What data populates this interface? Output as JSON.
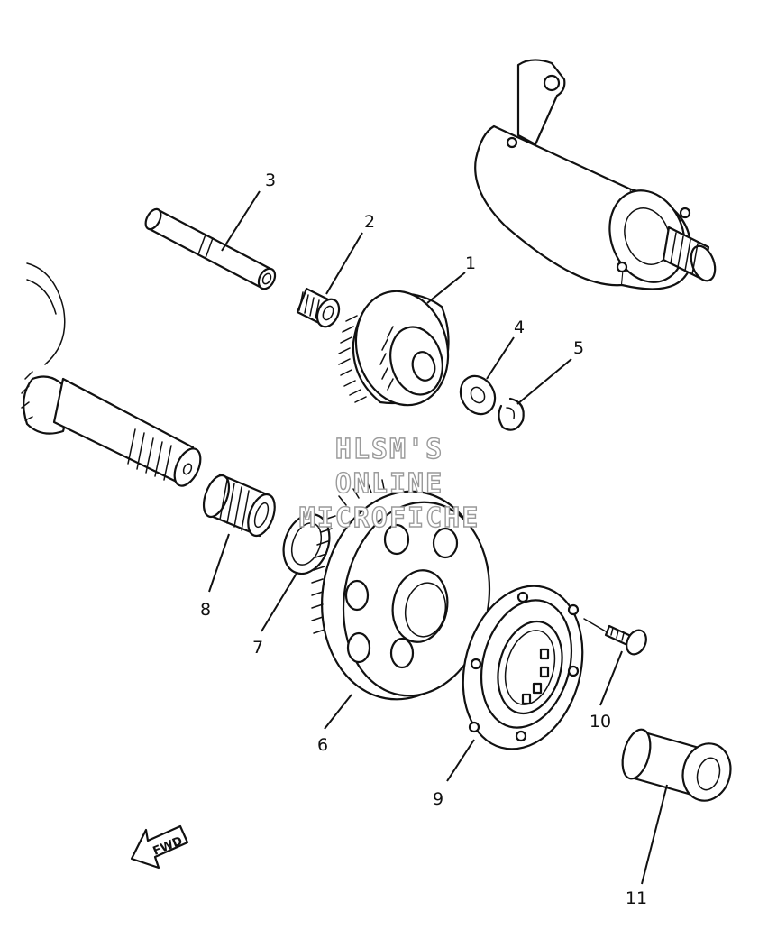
{
  "diagram": {
    "callouts": [
      {
        "id": "1",
        "label": "1"
      },
      {
        "id": "2",
        "label": "2"
      },
      {
        "id": "3",
        "label": "3"
      },
      {
        "id": "4",
        "label": "4"
      },
      {
        "id": "5",
        "label": "5"
      },
      {
        "id": "6",
        "label": "6"
      },
      {
        "id": "7",
        "label": "7"
      },
      {
        "id": "8",
        "label": "8"
      },
      {
        "id": "9",
        "label": "9"
      },
      {
        "id": "10",
        "label": "10"
      },
      {
        "id": "11",
        "label": "11"
      }
    ],
    "watermark": {
      "line1": "HLSM'S",
      "line2": "ONLINE",
      "line3": "MICROFICHE"
    },
    "direction_arrow": {
      "label": "FWD"
    }
  },
  "colors": {
    "line": "#111111",
    "background": "#ffffff",
    "watermark_outline": "#9a9a9a"
  }
}
